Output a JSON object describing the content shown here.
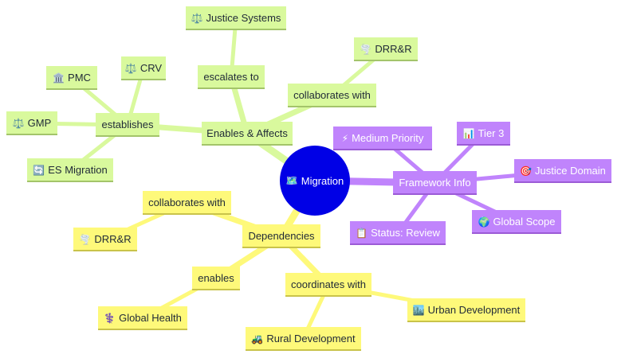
{
  "colors": {
    "green_branch": "#d9f99d",
    "yellow_branch": "#fef97a",
    "purple_branch": "#c084fc",
    "center": "#0000e6"
  },
  "center": {
    "icon": "🗺️",
    "label": "Migration"
  },
  "nodes": {
    "enables": {
      "label": "Enables & Affects"
    },
    "establishes": {
      "label": "establishes"
    },
    "pmc": {
      "icon": "🏛️",
      "label": "PMC"
    },
    "crv": {
      "icon": "⚖️",
      "label": "CRV"
    },
    "gmp": {
      "icon": "⚖️",
      "label": "GMP"
    },
    "esmig": {
      "icon": "🔄",
      "label": "ES Migration"
    },
    "escalates": {
      "label": "escalates to"
    },
    "justice_sys": {
      "icon": "⚖️",
      "label": "Justice Systems"
    },
    "collab_g": {
      "label": "collaborates with"
    },
    "drr_g": {
      "icon": "🌪️",
      "label": "DRR&R"
    },
    "framework": {
      "label": "Framework Info"
    },
    "medium": {
      "icon": "⚡",
      "label": "Medium Priority"
    },
    "tier": {
      "icon": "📊",
      "label": "Tier 3"
    },
    "justice_dom": {
      "icon": "🎯",
      "label": "Justice Domain"
    },
    "global_scope": {
      "icon": "🌍",
      "label": "Global Scope"
    },
    "status": {
      "icon": "📋",
      "label": "Status: Review"
    },
    "dependencies": {
      "label": "Dependencies"
    },
    "collab_y": {
      "label": "collaborates with"
    },
    "drr_y": {
      "icon": "🌪️",
      "label": "DRR&R"
    },
    "enables_y": {
      "label": "enables"
    },
    "global_health": {
      "icon": "⚕️",
      "label": "Global Health"
    },
    "coordinates": {
      "label": "coordinates with"
    },
    "urban": {
      "icon": "🏙️",
      "label": "Urban Development"
    },
    "rural": {
      "icon": "🚜",
      "label": "Rural Development"
    }
  }
}
